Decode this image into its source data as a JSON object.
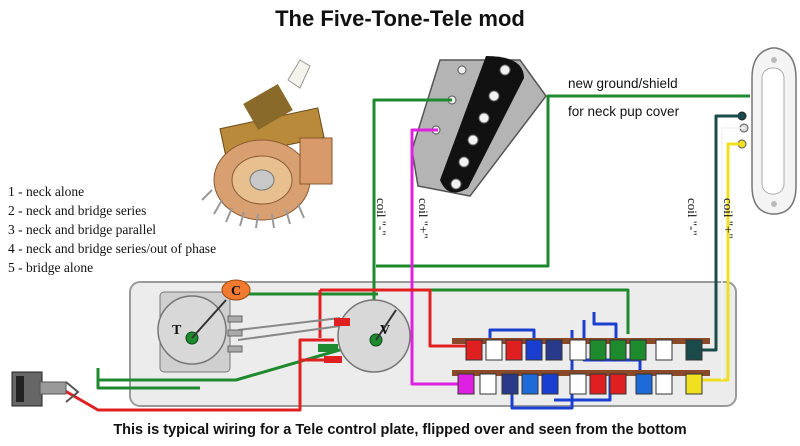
{
  "title": "The Five-Tone-Tele mod",
  "legend": {
    "items": [
      "1 - neck alone",
      "2 - neck and bridge series",
      "3 - neck and bridge parallel",
      "4 - neck and bridge series/out of phase",
      "5 - bridge alone"
    ]
  },
  "notes": {
    "ground_line1": "new ground/shield",
    "ground_line2": "for neck pup cover"
  },
  "coil_labels": {
    "bridge_minus": "coil \"-\"",
    "bridge_plus": "coil \"+\"",
    "neck_minus": "coil \"-\"",
    "neck_plus": "coil \"+\""
  },
  "knobs": {
    "tone": "T",
    "volume": "V",
    "capacitor": "C"
  },
  "caption": "This is typical wiring for a Tele control plate,  flipped over and seen from the bottom",
  "colors": {
    "wire_green": "#1e8a2e",
    "wire_red": "#e02020",
    "wire_blue": "#1a3fd0",
    "wire_magenta": "#e020e0",
    "wire_dark_teal": "#1a4a4a",
    "wire_yellow": "#f0e020",
    "wire_gray": "#888888",
    "plate": "#e8e8e8",
    "capacitor": "#f07a30"
  }
}
